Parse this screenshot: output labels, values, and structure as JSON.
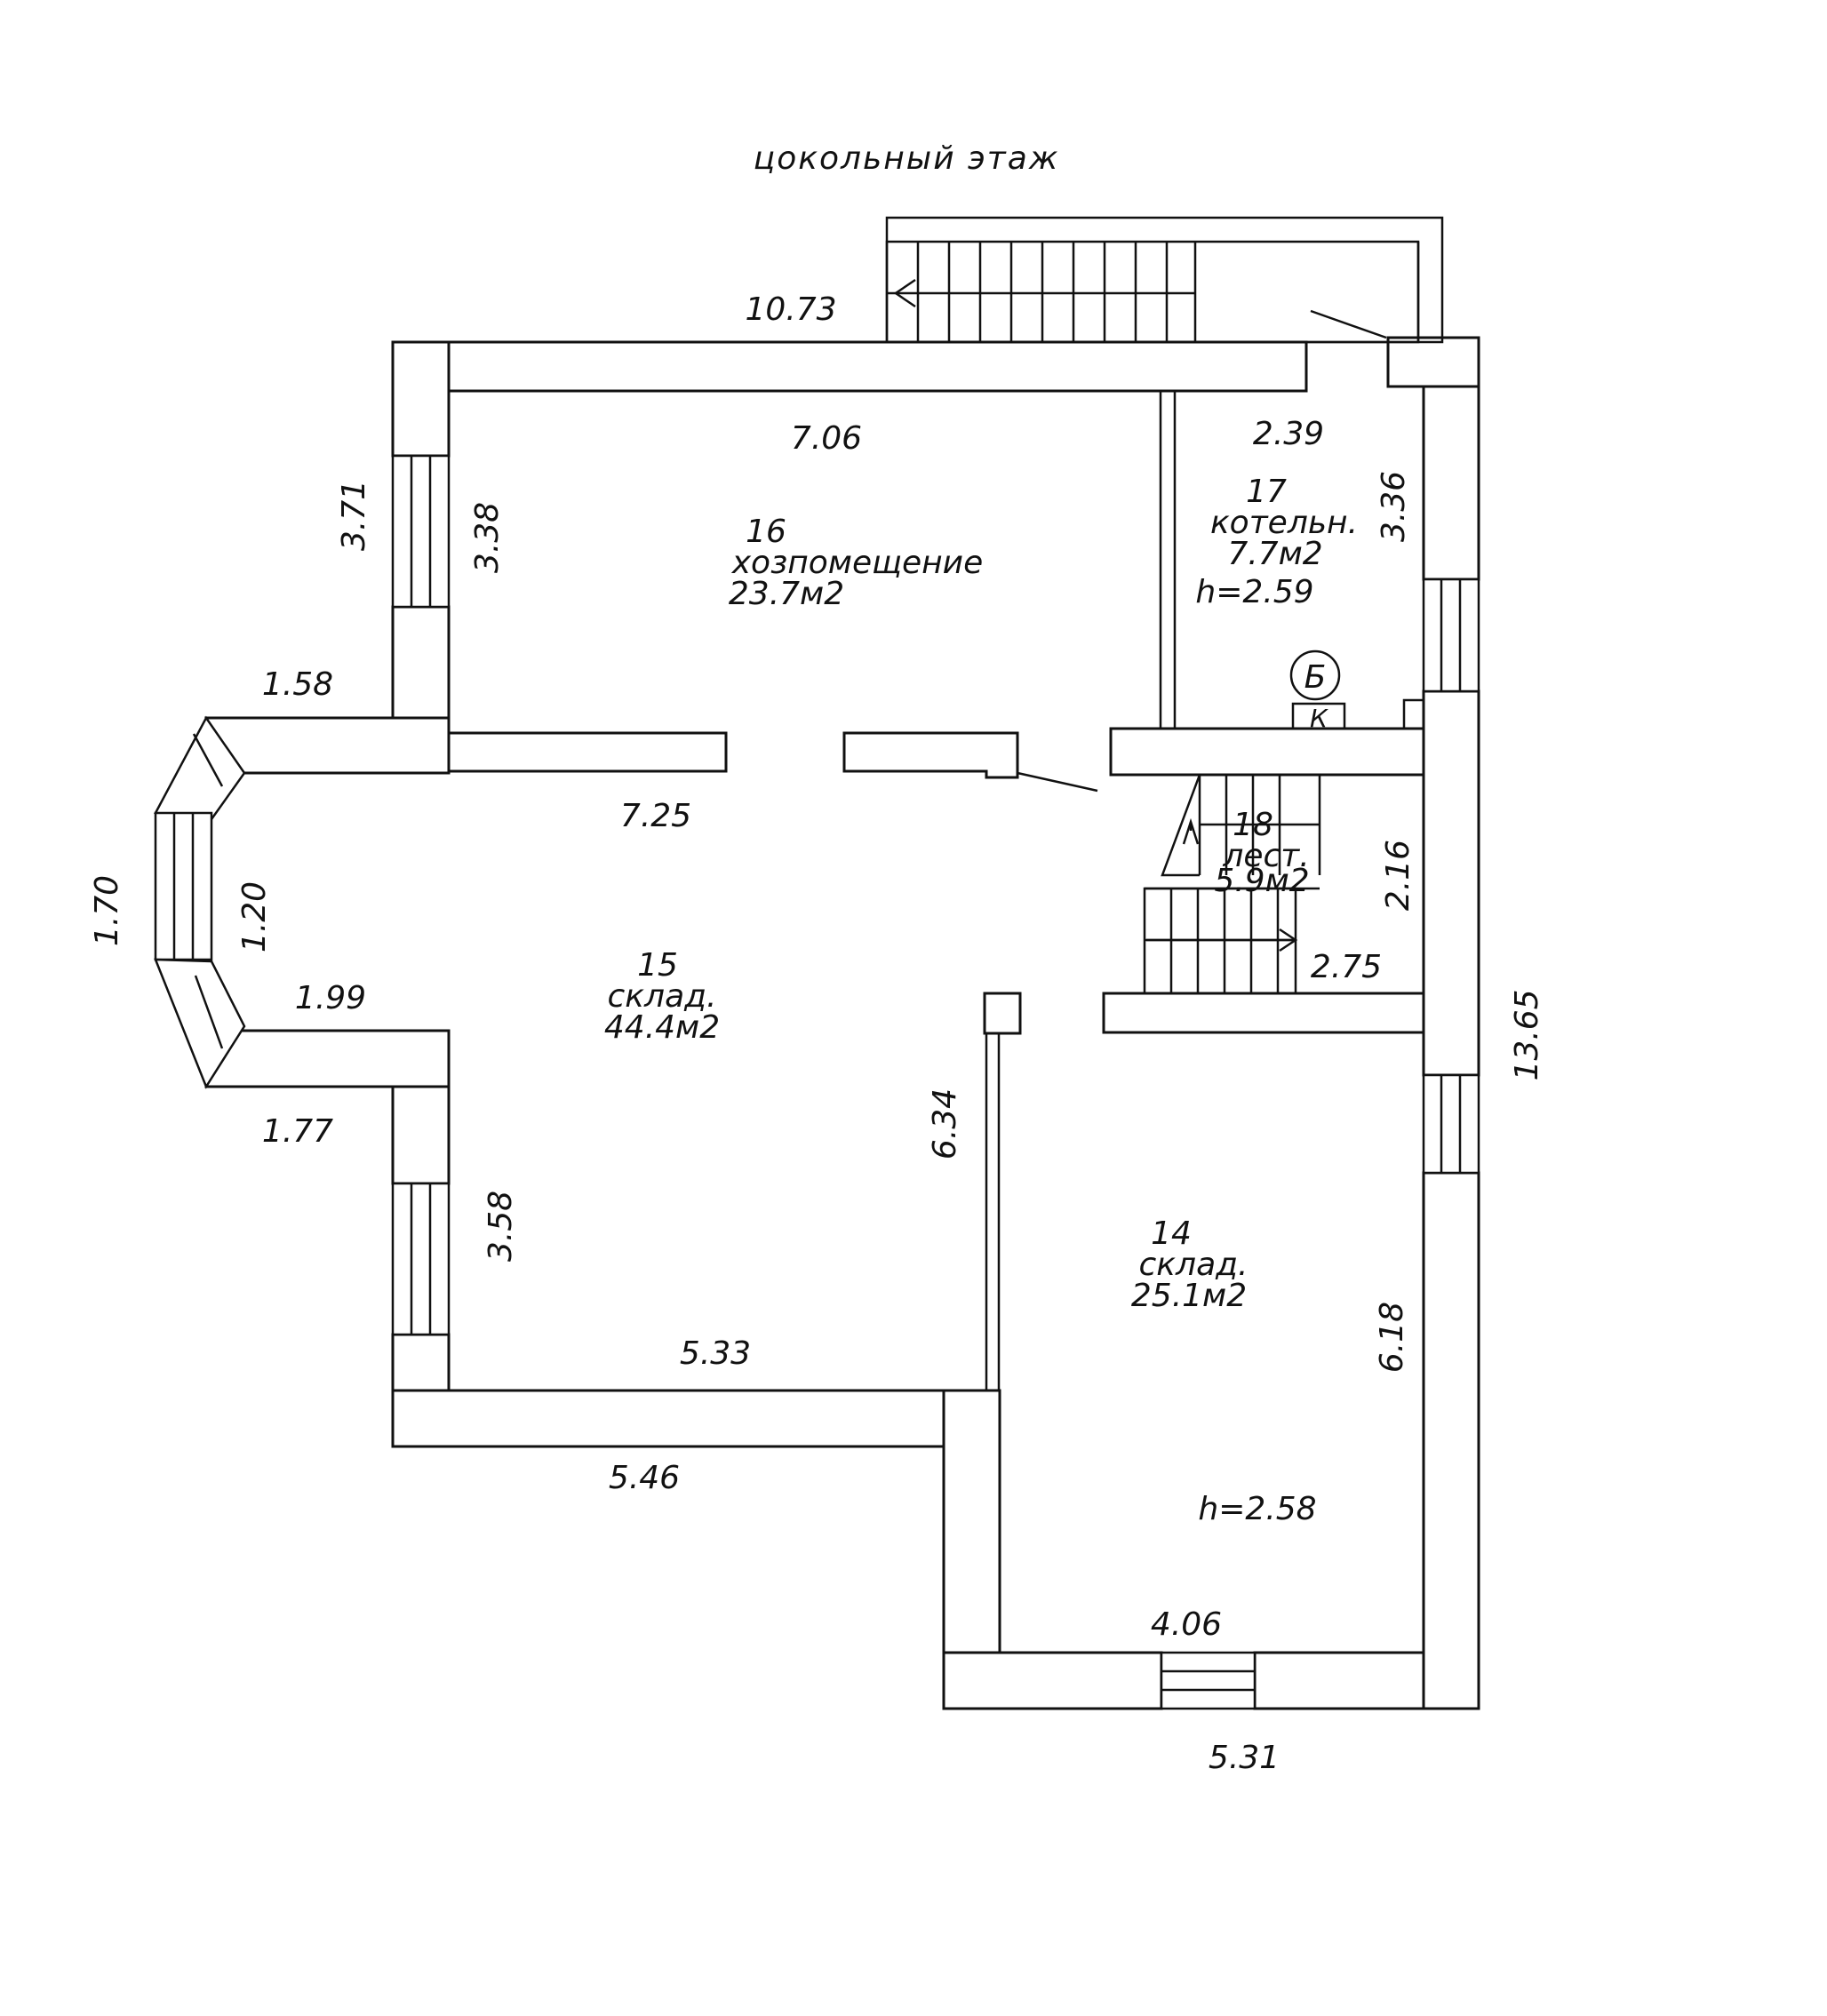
{
  "title": "цокольный этаж",
  "rooms": {
    "r16": {
      "number": "16",
      "name": "хозпомещение",
      "area": "23.7м2"
    },
    "r17": {
      "number": "17",
      "name": "котельн.",
      "area": "7.7м2",
      "height": "h=2.59"
    },
    "r18": {
      "number": "18",
      "name": "лест.",
      "area": "5.9м2"
    },
    "r15": {
      "number": "15",
      "name": "склад.",
      "area": "44.4м2"
    },
    "r14": {
      "number": "14",
      "name": "склад.",
      "area": "25.1м2",
      "height": "h=2.58"
    }
  },
  "markers": {
    "axis": "Б",
    "boiler": "К"
  },
  "dimensions": {
    "top_total": "10.73",
    "r16_width": "7.06",
    "r17_width": "2.39",
    "left_upper_outer": "3.71",
    "left_upper_inner": "3.38",
    "r17_depth": "3.36",
    "bay_upper": "1.58",
    "corridor": "7.25",
    "bay_height": "1.70",
    "bay_window": "1.20",
    "bay_lower": "1.99",
    "bay_bottom": "1.77",
    "stair_depth": "2.16",
    "stair_width": "2.75",
    "right_total": "13.65",
    "partition": "6.34",
    "left_lower_inner": "3.58",
    "r14_depth": "6.18",
    "r15_bottom": "5.33",
    "bottom_left": "5.46",
    "r14_width": "4.06",
    "bottom_right": "5.31"
  }
}
